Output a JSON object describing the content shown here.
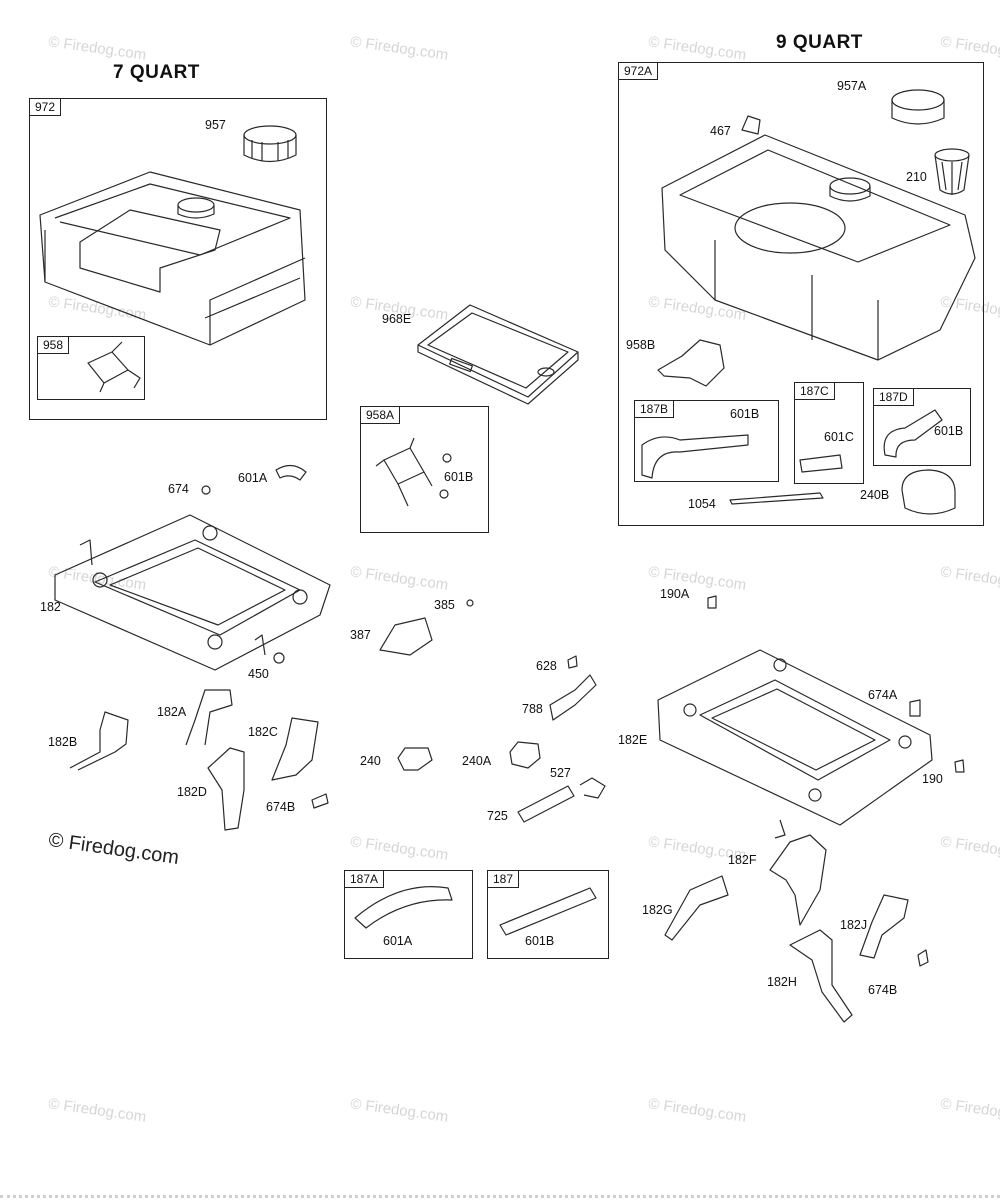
{
  "titles": {
    "seven": "7 QUART",
    "nine": "9 QUART"
  },
  "watermark": {
    "text": "© Firedog.com",
    "large": "© Firedog.com"
  },
  "boxes": {
    "b972": "972",
    "b958": "958",
    "b958A": "958A",
    "b972A": "972A",
    "b187B": "187B",
    "b187C": "187C",
    "b187D": "187D",
    "b187A": "187A",
    "b187": "187"
  },
  "parts": {
    "p957": "957",
    "p968E": "968E",
    "p601B_958A": "601B",
    "p674": "674",
    "p601A_top": "601A",
    "p182": "182",
    "p450": "450",
    "p385": "385",
    "p387": "387",
    "p628": "628",
    "p788": "788",
    "p182A": "182A",
    "p182B": "182B",
    "p182C": "182C",
    "p182D": "182D",
    "p674B_left": "674B",
    "p240": "240",
    "p240A": "240A",
    "p527": "527",
    "p725": "725",
    "p601A_box": "601A",
    "p601B_box187": "601B",
    "p957A": "957A",
    "p467": "467",
    "p210": "210",
    "p958B": "958B",
    "p601B_187B": "601B",
    "p601C": "601C",
    "p601B_187D": "601B",
    "p1054": "1054",
    "p240B": "240B",
    "p190A": "190A",
    "p674A": "674A",
    "p182E": "182E",
    "p190": "190",
    "p182F": "182F",
    "p182G": "182G",
    "p182J": "182J",
    "p182H": "182H",
    "p674B_right": "674B"
  }
}
